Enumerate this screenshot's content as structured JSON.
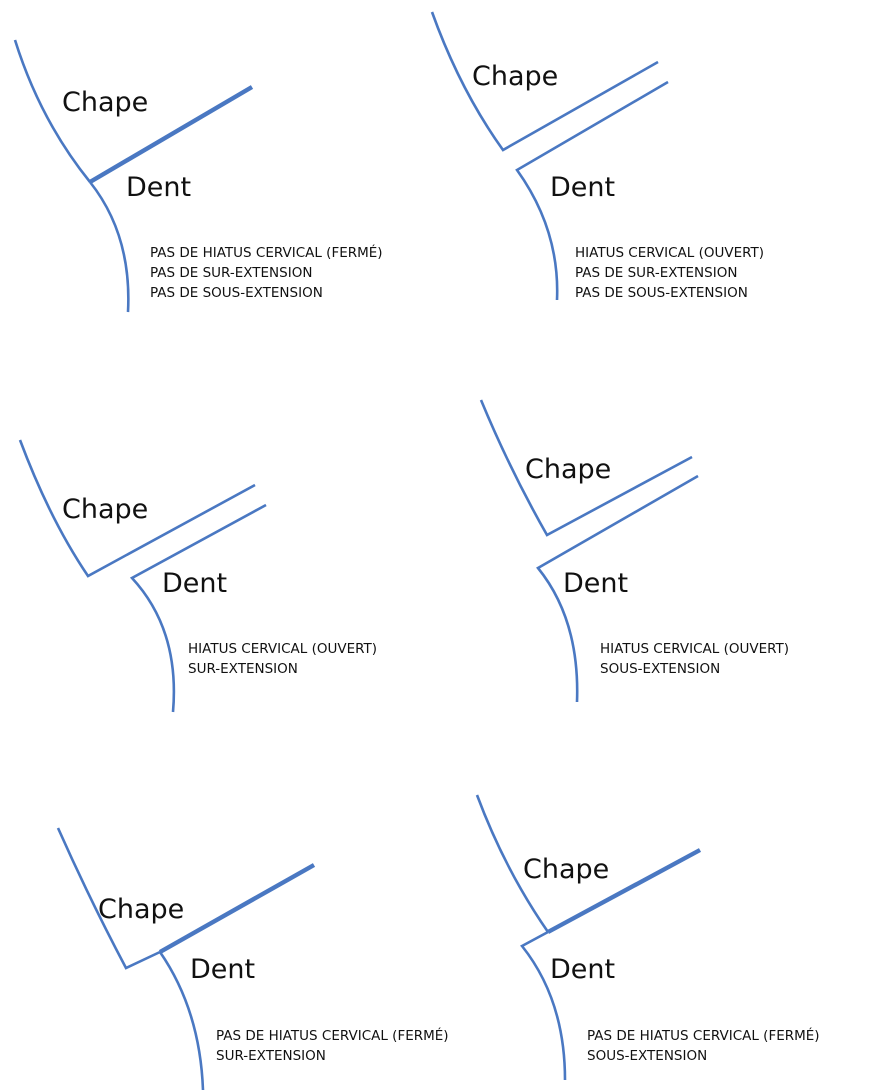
{
  "line_color": "#4a78c2",
  "text_color": "#111111",
  "panels": [
    {
      "label_chape": "Chape",
      "label_dent": "Dent",
      "notes": [
        "PAS DE HIATUS CERVICAL (FERMÉ)",
        "PAS DE SUR-EXTENSION",
        "PAS DE SOUS-EXTENSION"
      ]
    },
    {
      "label_chape": "Chape",
      "label_dent": "Dent",
      "notes": [
        "HIATUS CERVICAL (OUVERT)",
        "PAS DE SUR-EXTENSION",
        "PAS DE SOUS-EXTENSION"
      ]
    },
    {
      "label_chape": "Chape",
      "label_dent": "Dent",
      "notes": [
        "HIATUS CERVICAL (OUVERT)",
        "SUR-EXTENSION"
      ]
    },
    {
      "label_chape": "Chape",
      "label_dent": "Dent",
      "notes": [
        "HIATUS CERVICAL (OUVERT)",
        "SOUS-EXTENSION"
      ]
    },
    {
      "label_chape": "Chape",
      "label_dent": "Dent",
      "notes": [
        "PAS DE HIATUS CERVICAL (FERMÉ)",
        "SUR-EXTENSION"
      ]
    },
    {
      "label_chape": "Chape",
      "label_dent": "Dent",
      "notes": [
        "PAS DE HIATUS CERVICAL (FERMÉ)",
        "SOUS-EXTENSION"
      ]
    }
  ]
}
